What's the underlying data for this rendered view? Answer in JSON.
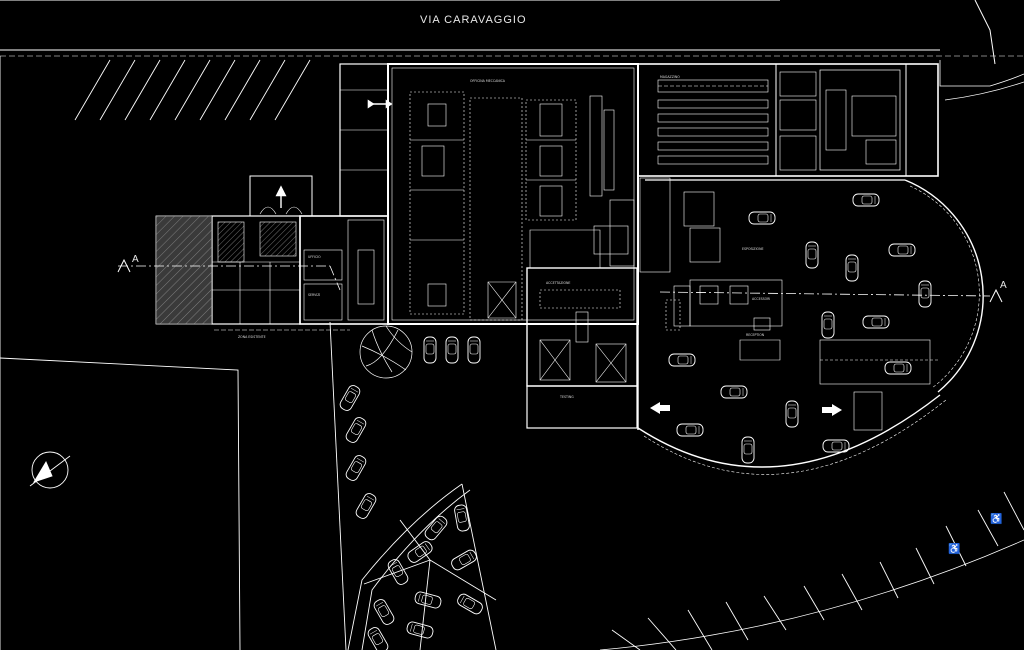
{
  "drawing": {
    "street_name": "VIA CARAVAGGIO",
    "section_marker_left": "A",
    "section_marker_right": "A",
    "colors": {
      "background": "#000000",
      "lines": "#ffffff",
      "hatch": "#7a7a7a"
    },
    "room_labels": {
      "workshop": "OFFICINA MECCANICA",
      "warehouse": "MAGAZZINO",
      "showroom": "ESPOSIZIONE",
      "accessories": "ACCESSORI",
      "reception": "RECEPTION",
      "existing": "ZONA ESISTENTE",
      "office": "UFFICIO",
      "services": "SERVIZI",
      "testing": "TESTING",
      "hall": "ACCETTAZIONE"
    }
  }
}
